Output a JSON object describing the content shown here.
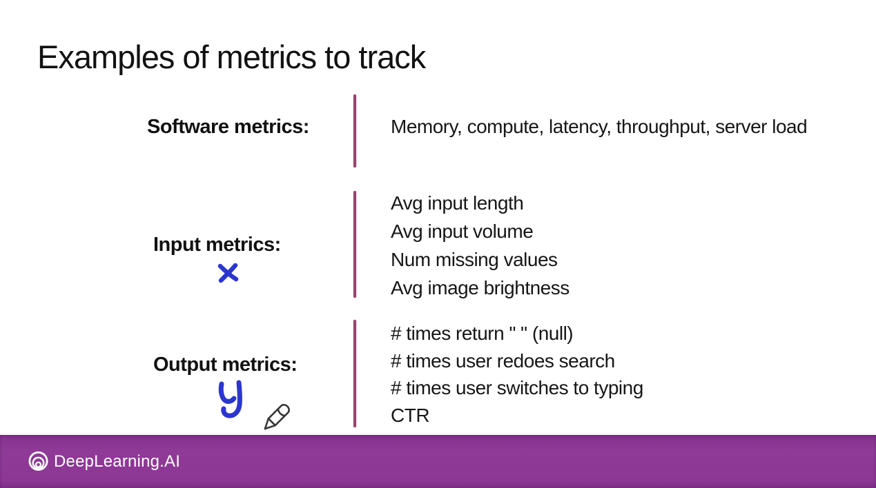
{
  "slide": {
    "title": "Examples of metrics to track",
    "rows": [
      {
        "label": "Software metrics:",
        "annotation": "",
        "items": [
          "Memory, compute, latency, throughput, server load"
        ]
      },
      {
        "label": "Input metrics:",
        "annotation": "x (handwritten blue ink)",
        "items": [
          "Avg input length",
          "Avg input volume",
          "Num missing values",
          "Avg image brightness"
        ]
      },
      {
        "label": "Output metrics:",
        "annotation": "y (handwritten blue ink)",
        "items": [
          "# times return \" \" (null)",
          "# times user redoes search",
          "# times user switches to typing",
          "CTR"
        ]
      }
    ]
  },
  "cursor": {
    "icon": "pencil-cursor-icon"
  },
  "footer": {
    "brand": "DeepLearning.AI",
    "logo_icon": "deeplearning-ai-rings-icon",
    "background_color": "#8d3795"
  },
  "colors": {
    "divider": "#96456d",
    "ink_annotation": "#2b36cf",
    "title_text": "#121212",
    "body_text": "#161616",
    "background": "#ffffff",
    "footer_text": "#ffffff"
  }
}
